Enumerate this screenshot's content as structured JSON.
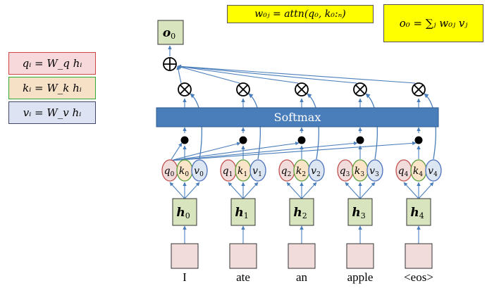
{
  "equations": {
    "q": "qᵢ = W_q hᵢ",
    "k": "kᵢ = W_k hᵢ",
    "v": "vᵢ = W_v hᵢ",
    "attn": "w₀ⱼ = attn(q₀, k₀:ₙ)",
    "sum": "o₀ = ∑ⱼ w₀ⱼ vⱼ"
  },
  "softmax_label": "Softmax",
  "output_label": "o",
  "output_sub": "0",
  "plus_symbol": "⊕",
  "times_symbol": "⊗",
  "tokens": [
    {
      "word": "I",
      "h": "h",
      "sub": "0",
      "q": "q",
      "k": "k",
      "v": "v"
    },
    {
      "word": "ate",
      "h": "h",
      "sub": "1",
      "q": "q",
      "k": "k",
      "v": "v"
    },
    {
      "word": "an",
      "h": "h",
      "sub": "2",
      "q": "q",
      "k": "k",
      "v": "v"
    },
    {
      "word": "apple",
      "h": "h",
      "sub": "3",
      "q": "q",
      "k": "k",
      "v": "v"
    },
    {
      "word": "<eos>",
      "h": "h",
      "sub": "4",
      "q": "q",
      "k": "k",
      "v": "v"
    }
  ],
  "colors": {
    "softmax": "#4a7ebb",
    "output_box": "#d7e4bd",
    "h_box": "#d7e4bd",
    "input_box": "#f2dcdb",
    "arrow": "#4a7ebb",
    "q_fill": "#f2dcdb",
    "q_stroke": "#c0504d",
    "k_fill": "#fbe5c8",
    "k_stroke": "#5a9e3a",
    "v_fill": "#dce6f2",
    "v_stroke": "#4a6fbb"
  }
}
